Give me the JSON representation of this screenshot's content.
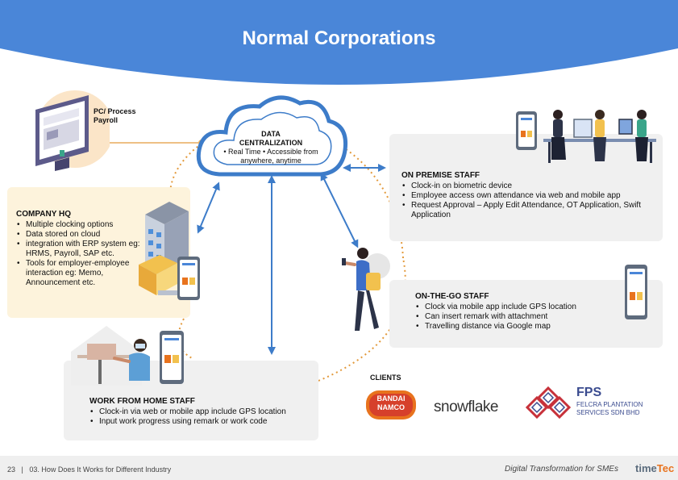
{
  "title": "Normal Corporations",
  "pc": {
    "label_line1": "PC/ Process",
    "label_line2": "Payroll"
  },
  "cloud": {
    "title_line1": "DATA",
    "title_line2": "CENTRALIZATION",
    "line1": "• Real Time  • Accessible from",
    "line2": "anywhere, anytime"
  },
  "company_hq": {
    "title": "COMPANY HQ",
    "items": [
      "Multiple clocking options",
      "Data stored on cloud",
      "integration with ERP system eg: HRMS, Payroll, SAP etc.",
      "Tools for employer-employee interaction eg: Memo, Announcement etc."
    ]
  },
  "on_premise": {
    "title": "ON PREMISE STAFF",
    "items": [
      "Clock-in on biometric device",
      "Employee access own attendance via web and mobile app",
      "Request Approval – Apply Edit Attendance, OT Application, Swift Application"
    ]
  },
  "on_the_go": {
    "title": "ON-THE-GO STAFF",
    "items": [
      "Clock via mobile app include GPS location",
      "Can insert remark with attachment",
      "Travelling distance via Google map"
    ]
  },
  "wfh": {
    "title": "WORK FROM HOME STAFF",
    "items": [
      "Clock-in via web or mobile app include GPS location",
      "Input work progress using  remark or work code"
    ]
  },
  "clients": {
    "label": "CLIENTS",
    "logos": {
      "bandai_line1": "BANDAI",
      "bandai_line2": "NAMCO",
      "snowflake": "snowflake",
      "fps_abbr": "FPS",
      "fps_line1": "FELCRA PLANTATION",
      "fps_line2": "SERVICES SDN BHD"
    }
  },
  "footer": {
    "page": "23",
    "separator": "|",
    "section": "03. How Does It Works for Different Industry",
    "tagline": "Digital Transformation for SMEs",
    "brand_a": "time",
    "brand_b": "Tec"
  },
  "colors": {
    "header_blue": "#4a86d8",
    "arrow_blue": "#3d7cc9",
    "dotted_orange": "#e39a3c",
    "hq_panel": "#fdf3dc",
    "staff_panel": "#f0f0f0"
  }
}
